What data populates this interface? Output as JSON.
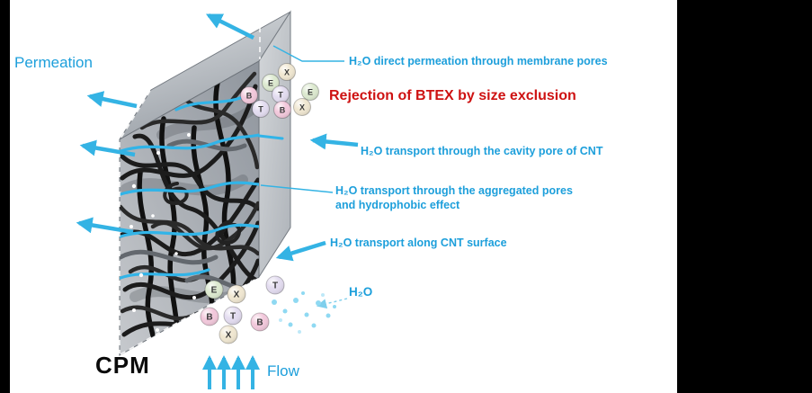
{
  "figure": {
    "permeation_label": "Permeation",
    "cpm_label": "CPM",
    "flow_label": "Flow",
    "h2o_label": "H₂O"
  },
  "annotations": {
    "direct_permeation": "H₂O direct permeation through membrane pores",
    "rejection": "Rejection of BTEX by size exclusion",
    "cavity": "H₂O transport through the cavity pore of CNT",
    "aggregated_line1": "H₂O transport through the aggregated pores",
    "aggregated_line2": "and hydrophobic effect",
    "surface": "H₂O transport along CNT surface"
  },
  "colors": {
    "cyan_text": "#1D9FDB",
    "cyan_arrow": "#34B3E4",
    "red_text": "#CE1212",
    "membrane_tube": "#1C1C1C",
    "molecule_B": "#F2C8DB",
    "molecule_T": "#E3DCF0",
    "molecule_E": "#DCE9CF",
    "molecule_X": "#F0E7D1"
  },
  "molecules": {
    "top": [
      {
        "label": "X"
      },
      {
        "label": "E"
      },
      {
        "label": "B"
      },
      {
        "label": "T"
      },
      {
        "label": "E"
      },
      {
        "label": "T"
      },
      {
        "label": "B"
      },
      {
        "label": "X"
      }
    ],
    "bottom": [
      {
        "label": "E"
      },
      {
        "label": "X"
      },
      {
        "label": "T"
      },
      {
        "label": "B"
      },
      {
        "label": "T"
      },
      {
        "label": "B"
      },
      {
        "label": "X"
      }
    ]
  }
}
